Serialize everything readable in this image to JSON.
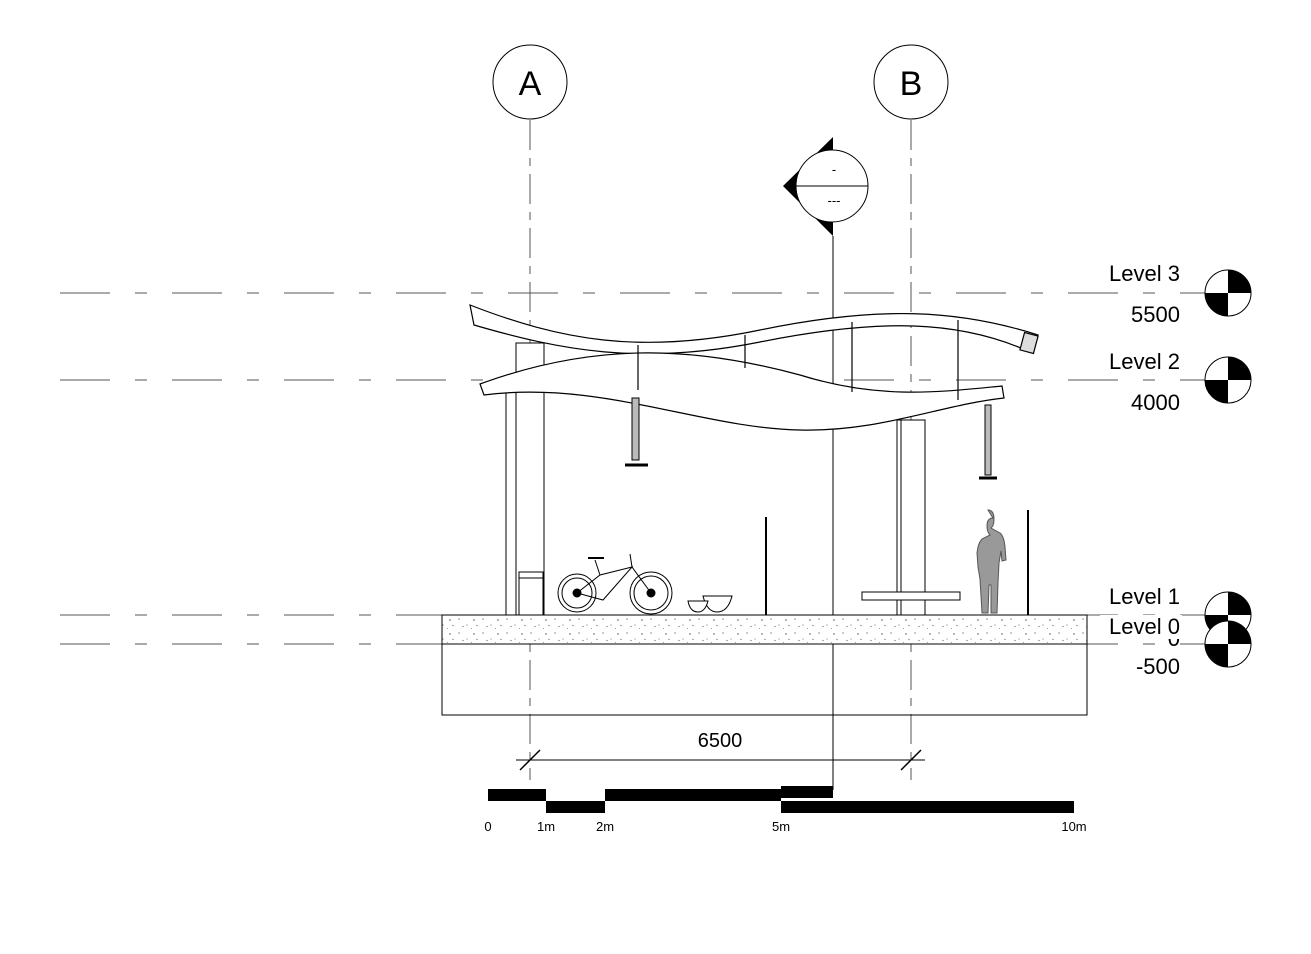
{
  "grids": [
    {
      "label": "A"
    },
    {
      "label": "B"
    }
  ],
  "section_mark": {
    "top": "-",
    "bottom": "---"
  },
  "levels": [
    {
      "name": "Level 3",
      "elevation": "5500"
    },
    {
      "name": "Level 2",
      "elevation": "4000"
    },
    {
      "name": "Level 1",
      "elevation": ""
    },
    {
      "name": "Level 0",
      "elevation": "-500"
    }
  ],
  "hidden_elevation_fragment": "0",
  "dimension": {
    "value": "6500"
  },
  "scale_bar": {
    "labels": [
      "0",
      "1m",
      "2m",
      "5m",
      "10m"
    ]
  }
}
